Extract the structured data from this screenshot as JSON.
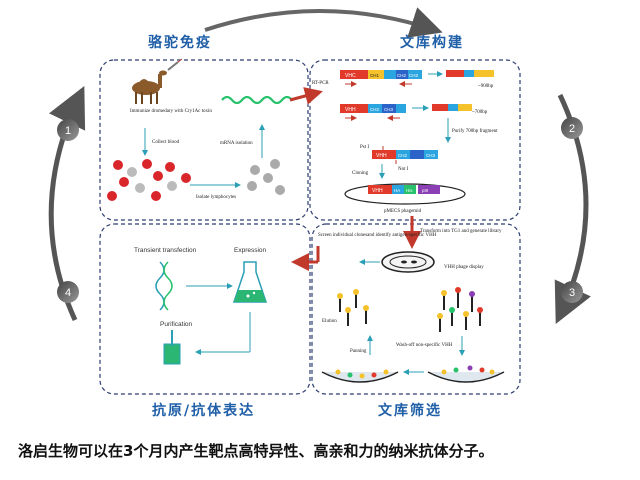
{
  "titles": {
    "camel_immune": "骆驼免疫",
    "library_build": "文库构建",
    "antigen_expression": "抗原/抗体表达",
    "library_screen": "文库筛选"
  },
  "step_numbers": {
    "s1": "1",
    "s2": "2",
    "s3": "3",
    "s4": "4"
  },
  "panel1": {
    "immunize": "Immunize dromedary with Cry1Ac toxin",
    "collect": "Collect blood",
    "mrna": "mRNA isolation",
    "lymph": "Isolate lymphocytes"
  },
  "panel2": {
    "rtpcr": "RT-PCR",
    "vhc": "VHC",
    "vhh": "VHH",
    "ch1": "CH1",
    "ch2": "CH2",
    "ch3": "CH3",
    "bp900": "~900bp",
    "bp700": "~700bp",
    "purify": "Purify 700bp fragment",
    "psti": "Pst I",
    "noti": "Not I",
    "cloning": "Cloning",
    "ha": "HA",
    "his": "His",
    "piii": "pIII",
    "phagemid": "pMECS phagemid"
  },
  "panel3": {
    "transform": "Transform into TG1 and generate library",
    "screen": "Screen individual clonesand identify antigen-specific VHH",
    "display": "VHH phage display",
    "elution": "Elution",
    "panning": "Panning",
    "washoff": "Wash-off non-specific VHH"
  },
  "panel4": {
    "transient": "Transient transfection",
    "expression": "Expression",
    "purification": "Purification"
  },
  "caption": "洛启生物可以在3个月内产生靶点高特异性、高亲和力的纳米抗体分子。"
}
